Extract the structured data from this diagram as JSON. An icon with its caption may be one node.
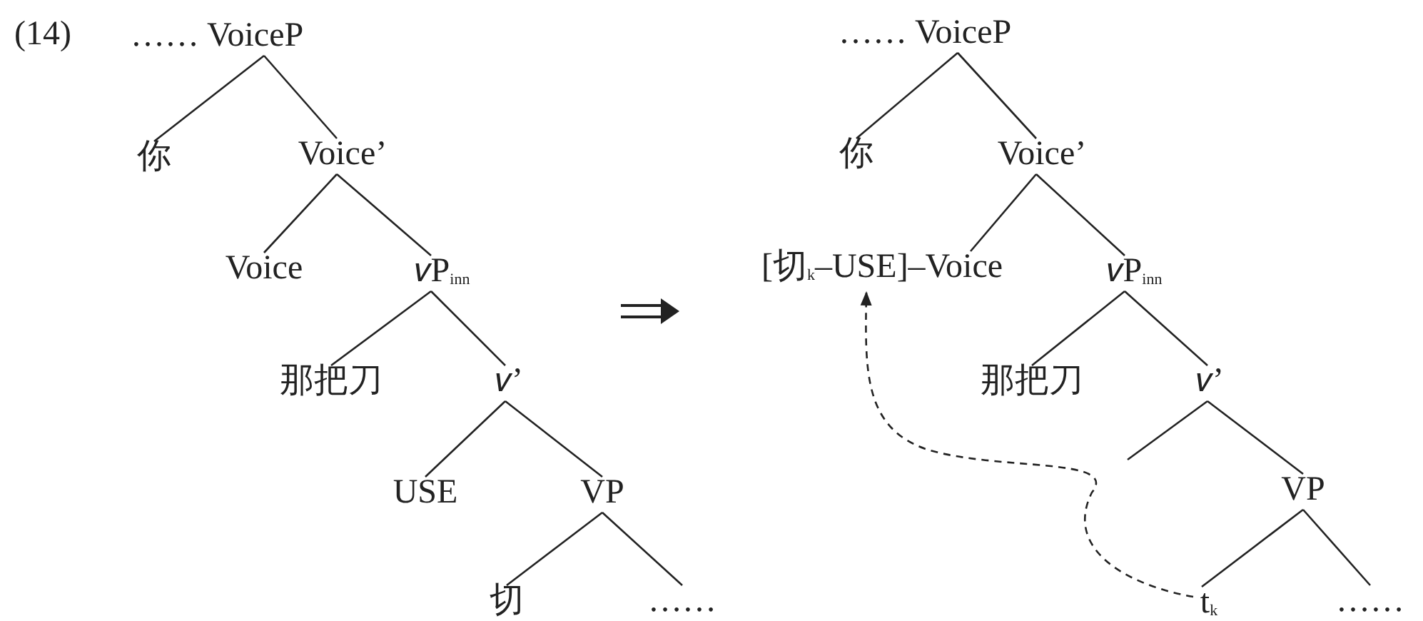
{
  "diagram": {
    "nodes": [
      {
        "text": [
          "…… VoiceP"
        ]
      },
      {
        "text": [
          "你"
        ]
      },
      {
        "text": [
          "Voice’"
        ]
      },
      {
        "text": [
          "Voice"
        ]
      },
      {
        "text": [
          "𝑣P$_{inn}$"
        ]
      },
      {
        "text": [
          "那把刀"
        ]
      },
      {
        "text": [
          "𝑣’"
        ]
      },
      {
        "text": [
          "USE"
        ]
      },
      {
        "text": [
          "VP"
        ]
      },
      {
        "text": [
          "切"
        ]
      },
      {
        "text": [
          "……"
        ]
      },
      {
        "text": [
          "…… VoiceP"
        ]
      },
      {
        "text": [
          "你"
        ]
      },
      {
        "text": [
          "Voice’"
        ]
      },
      {
        "text": [
          "[切$_{k}$–USE]–Voice"
        ]
      },
      {
        "text": [
          "𝑣P$_{inn}$"
        ]
      },
      {
        "text": [
          "那把刀"
        ]
      },
      {
        "text": [
          "𝑣’"
        ]
      },
      {
        "text": [
          "VP"
        ]
      },
      {
        "text": [
          "t$_{k}$"
        ]
      },
      {
        "text": [
          "……"
        ]
      }
    ],
    "edges": [
      {
        "from": 0,
        "to": 1,
        "arrow": "none"
      },
      {
        "from": 0,
        "to": 2,
        "arrow": "none"
      },
      {
        "from": 2,
        "to": 3,
        "arrow": "none"
      },
      {
        "from": 2,
        "to": 4,
        "arrow": "none"
      },
      {
        "from": 4,
        "to": 5,
        "arrow": "none"
      },
      {
        "from": 4,
        "to": 6,
        "arrow": "none"
      },
      {
        "from": 6,
        "to": 7,
        "arrow": "none"
      },
      {
        "from": 6,
        "to": 8,
        "arrow": "none"
      },
      {
        "from": 8,
        "to": 9,
        "arrow": "none"
      },
      {
        "from": 8,
        "to": 10,
        "arrow": "none"
      },
      {
        "from": 11,
        "to": 12,
        "arrow": "none"
      },
      {
        "from": 11,
        "to": 13,
        "arrow": "none"
      },
      {
        "from": 13,
        "to": 14,
        "arrow": "none"
      },
      {
        "from": 13,
        "to": 15,
        "arrow": "none"
      },
      {
        "from": 15,
        "to": 16,
        "arrow": "none"
      },
      {
        "from": 15,
        "to": 17,
        "arrow": "none"
      },
      {
        "from": 17,
        "to": null,
        "arrow": "none"
      },
      {
        "from": 17,
        "to": 18,
        "arrow": "none"
      },
      {
        "from": 18,
        "to": 19,
        "arrow": "none"
      },
      {
        "from": 18,
        "to": 20,
        "arrow": "none"
      },
      {
        "from": 19,
        "to": 14,
        "arrow": "to",
        "style": "dashed"
      }
    ],
    "labels": [
      "(14)"
    ]
  }
}
